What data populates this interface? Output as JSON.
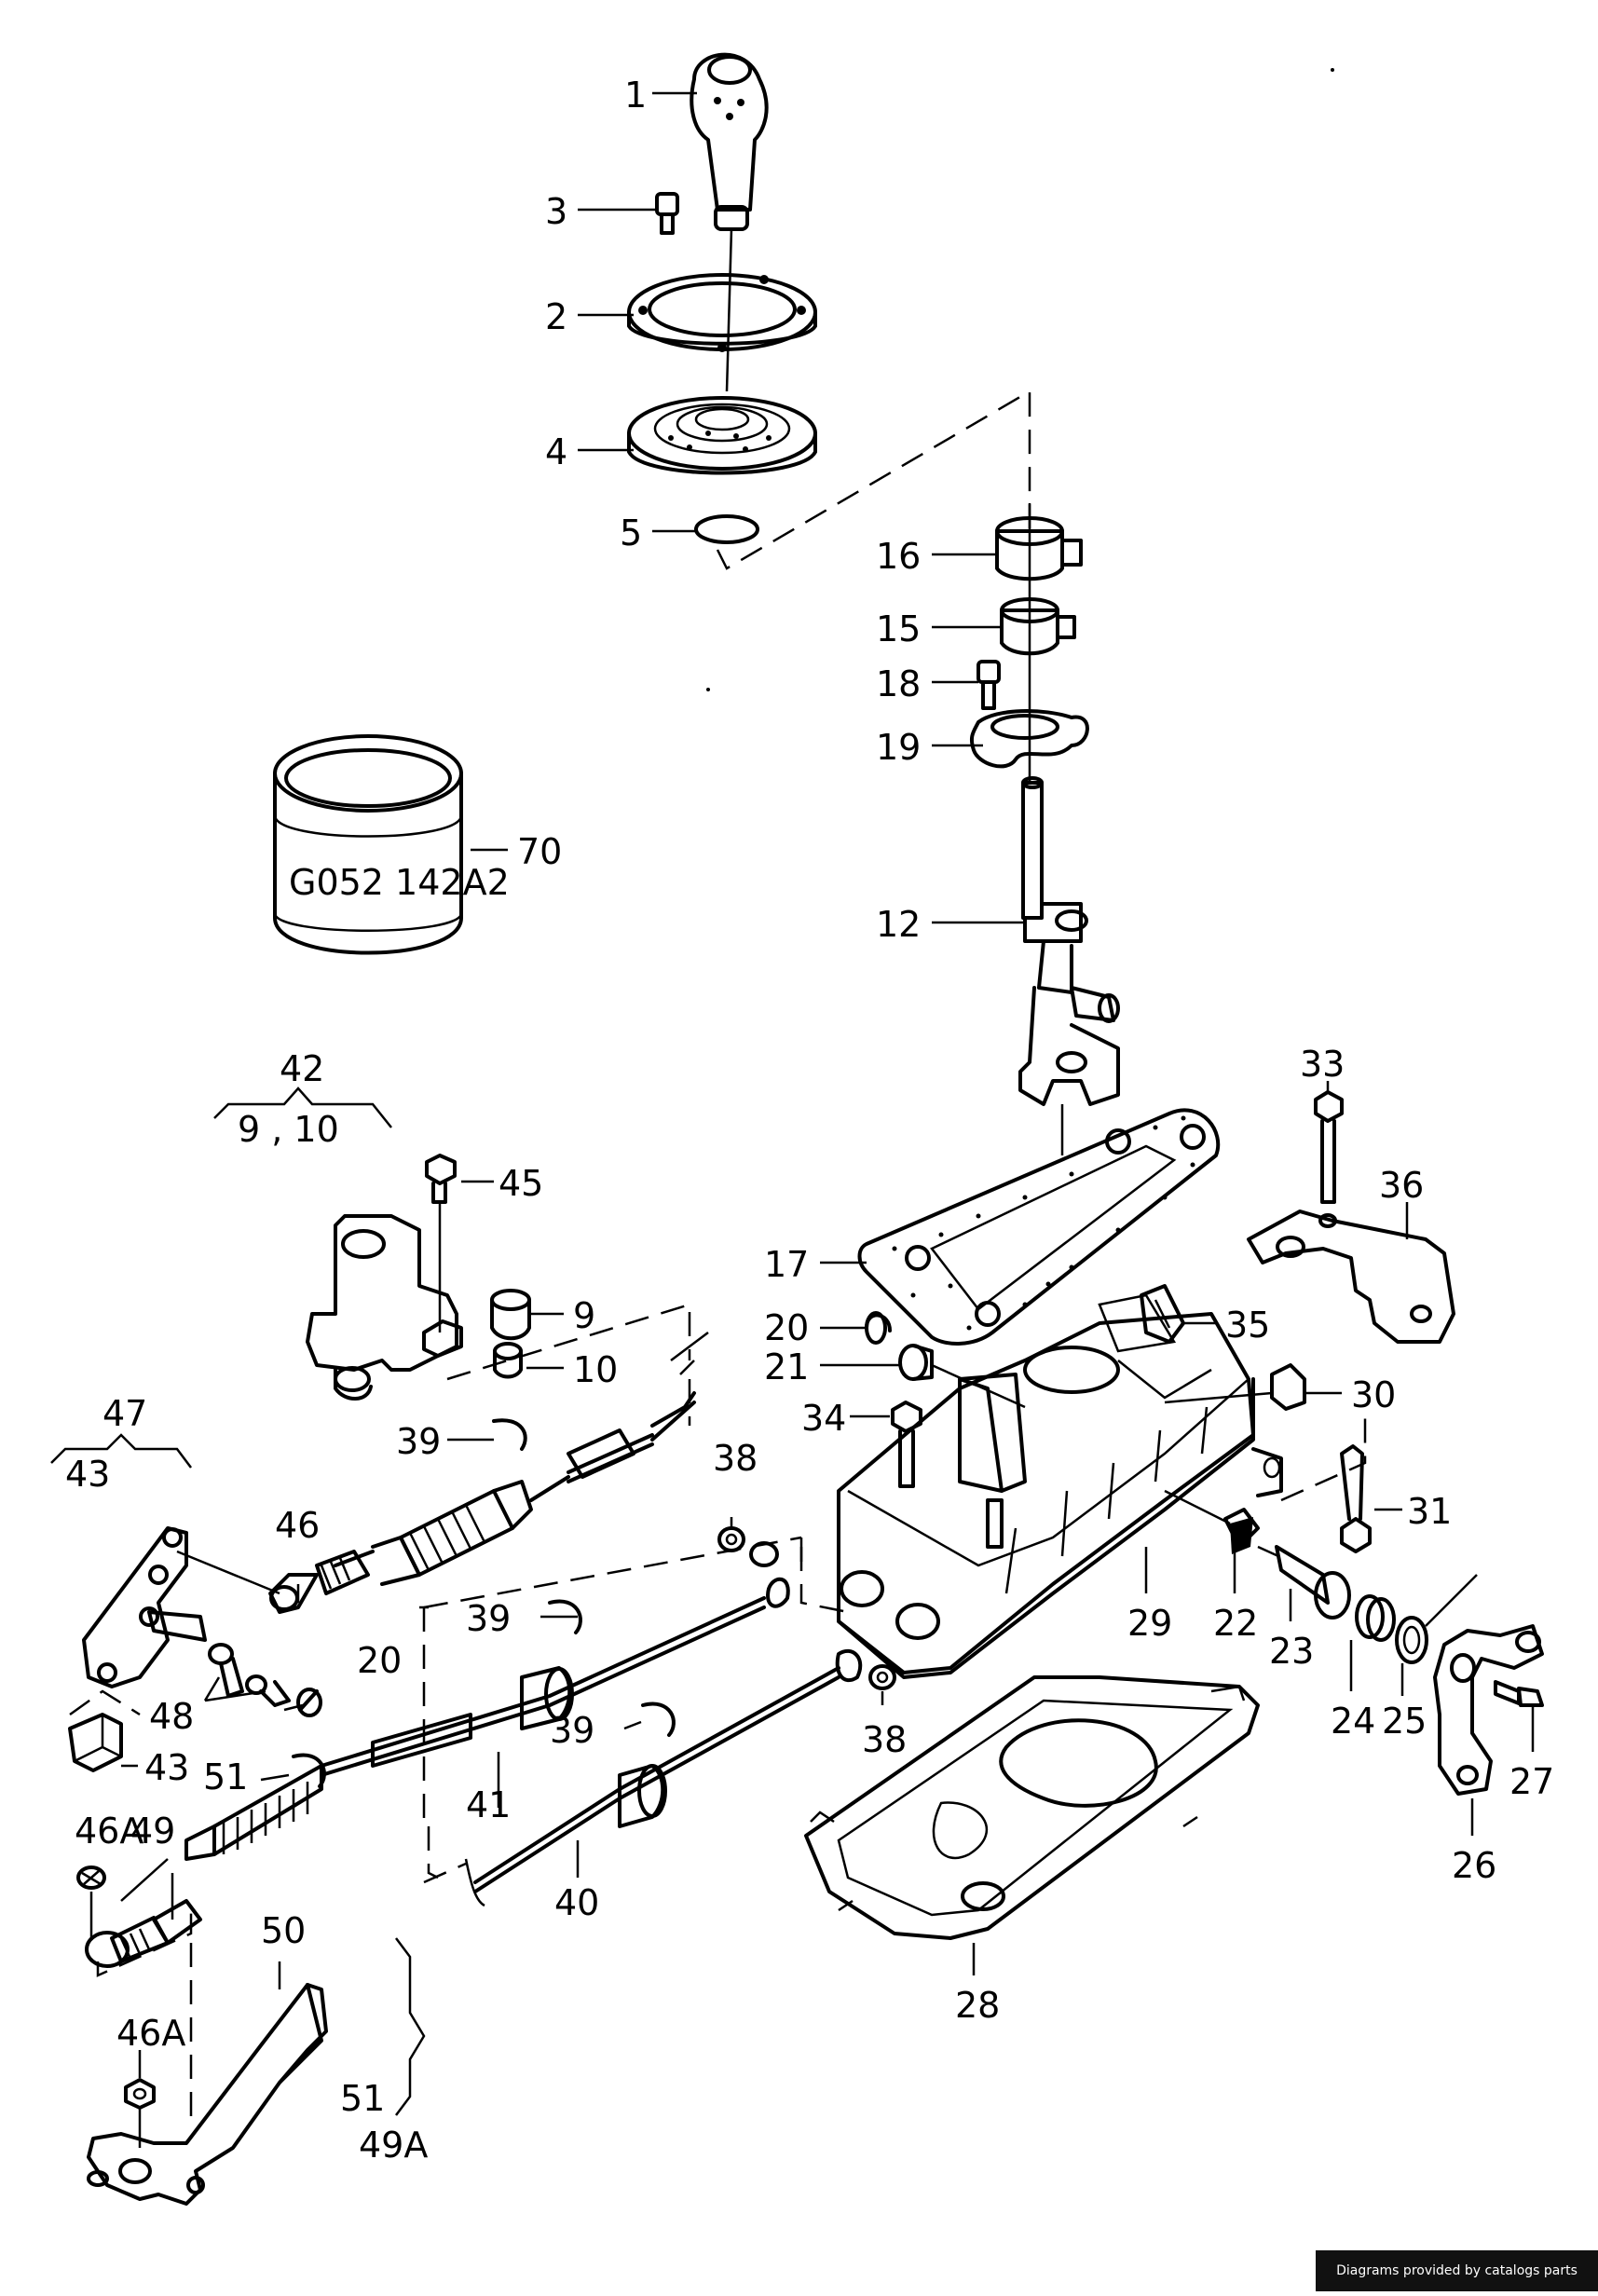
{
  "callouts": [
    "1",
    "3",
    "2",
    "4",
    "5",
    "16",
    "15",
    "18",
    "19",
    "70",
    "12",
    "42",
    "9 , 10",
    "45",
    "9",
    "10",
    "47",
    "43",
    "39",
    "46",
    "33",
    "36",
    "17",
    "20",
    "21",
    "35",
    "30",
    "34",
    "38",
    "31",
    "29",
    "22",
    "23",
    "24",
    "25",
    "27",
    "26",
    "48",
    "20",
    "43",
    "39",
    "41",
    "39",
    "38",
    "28",
    "40",
    "51",
    "46A",
    "49",
    "50",
    "46A",
    "51",
    "49A"
  ],
  "part_label": "G052 142A2",
  "footer": "Diagrams provided by catalogs parts",
  "colors": {
    "line": "#000000",
    "background": "#ffffff",
    "footer_bg": "#111111",
    "footer_text": "#ffffff"
  }
}
